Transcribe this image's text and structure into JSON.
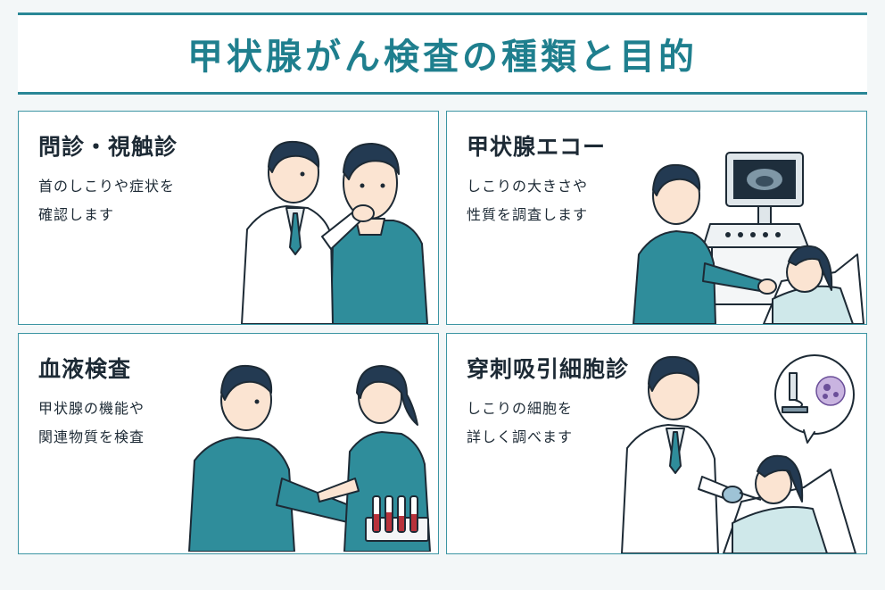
{
  "header": {
    "title": "甲状腺がん検査の種類と目的"
  },
  "panels": [
    {
      "title": "問診・視触診",
      "desc_line1": "首のしこりや症状を",
      "desc_line2": "確認します"
    },
    {
      "title": "甲状腺エコー",
      "desc_line1": "しこりの大きさや",
      "desc_line2": "性質を調査します"
    },
    {
      "title": "血液検査",
      "desc_line1": "甲状腺の機能や",
      "desc_line2": "関連物質を検査"
    },
    {
      "title": "穿刺吸引細胞診",
      "desc_line1": "しこりの細胞を",
      "desc_line2": "詳しく調べます"
    }
  ],
  "colors": {
    "accent": "#2a8796",
    "teal_garment": "#2f8d9b",
    "hair": "#233a52",
    "skin": "#fbe4d2",
    "text": "#1d2a35"
  },
  "icons": [
    "doctor-icon",
    "patient-icon",
    "ultrasound-machine-icon",
    "test-tube-rack-icon",
    "microscope-icon",
    "cells-icon"
  ]
}
